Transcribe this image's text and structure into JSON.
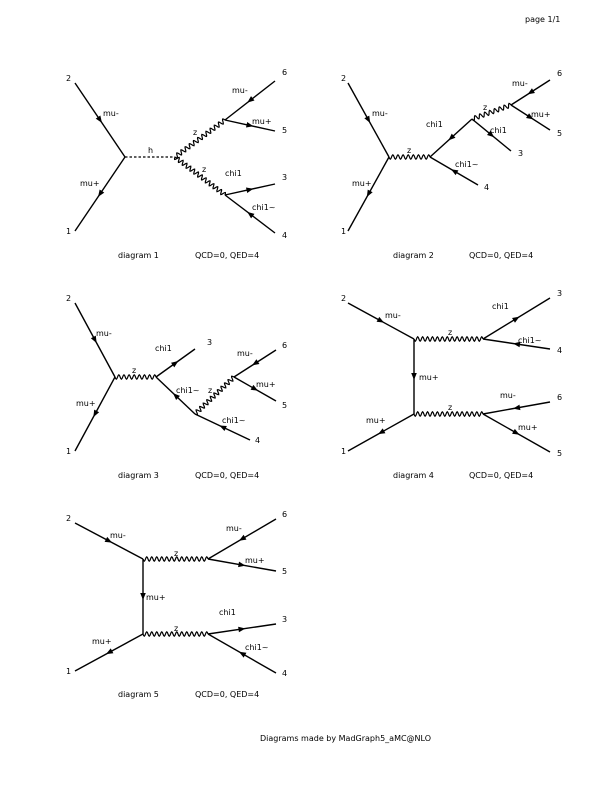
{
  "page_label": "page 1/1",
  "footer": "Diagrams made by MadGraph5_aMC@NLO",
  "diagrams": [
    {
      "caption": "diagram 1",
      "orders": "QCD=0, QED=4",
      "labels": {
        "n1": "1",
        "n2": "2",
        "n3": "3",
        "n4": "4",
        "n5": "5",
        "n6": "6",
        "mu_minus_in": "mu-",
        "mu_plus_in": "mu+",
        "h": "h",
        "z_top": "z",
        "z_bottom": "z",
        "mu_minus_out": "mu-",
        "mu_plus_out": "mu+",
        "chi_out": "chi1",
        "chibar_out": "chi1~"
      }
    },
    {
      "caption": "diagram 2",
      "orders": "QCD=0, QED=4",
      "labels": {
        "n1": "1",
        "n2": "2",
        "n3": "3",
        "n4": "4",
        "n5": "5",
        "n6": "6",
        "mu_minus_in": "mu-",
        "mu_plus_in": "mu+",
        "z_mid": "z",
        "chi_prop": "chi1",
        "chi_out": "chi1",
        "chibar_out": "chi1~",
        "z_emit": "z",
        "mu_minus_out": "mu-",
        "mu_plus_out": "mu+"
      }
    },
    {
      "caption": "diagram 3",
      "orders": "QCD=0, QED=4",
      "labels": {
        "n1": "1",
        "n2": "2",
        "n3": "3",
        "n4": "4",
        "n5": "5",
        "n6": "6",
        "mu_minus_in": "mu-",
        "mu_plus_in": "mu+",
        "z_mid": "z",
        "chi_out": "chi1",
        "chibar_prop": "chi1~",
        "chibar_out": "chi1~",
        "z_emit": "z",
        "mu_minus_out": "mu-",
        "mu_plus_out": "mu+"
      }
    },
    {
      "caption": "diagram 4",
      "orders": "QCD=0, QED=4",
      "labels": {
        "n1": "1",
        "n2": "2",
        "n3": "3",
        "n4": "4",
        "n5": "5",
        "n6": "6",
        "mu_minus_in": "mu-",
        "mu_plus_in": "mu+",
        "mu_plus_prop": "mu+",
        "z_top": "z",
        "z_bottom": "z",
        "chi_out": "chi1",
        "chibar_out": "chi1~",
        "mu_minus_out": "mu-",
        "mu_plus_out": "mu+"
      }
    },
    {
      "caption": "diagram 5",
      "orders": "QCD=0, QED=4",
      "labels": {
        "n1": "1",
        "n2": "2",
        "n3": "3",
        "n4": "4",
        "n5": "5",
        "n6": "6",
        "mu_minus_in": "mu-",
        "mu_plus_in": "mu+",
        "mu_plus_prop": "mu+",
        "z_top": "z",
        "z_bottom": "z",
        "mu_minus_out": "mu-",
        "mu_plus_out": "mu+",
        "chi_out": "chi1",
        "chibar_out": "chi1~"
      }
    }
  ]
}
